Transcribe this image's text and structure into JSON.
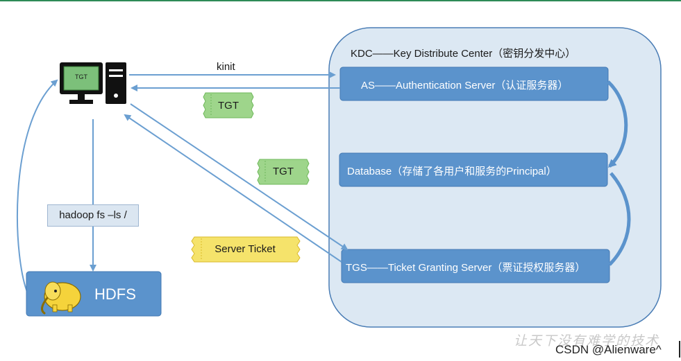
{
  "kdc": {
    "title": "KDC——Key Distribute Center（密钥分发中心）"
  },
  "as": {
    "label": "AS——Authentication Server（认证服务器）"
  },
  "database": {
    "label": "Database（存储了各用户和服务的Principal）"
  },
  "tgs": {
    "label": "TGS——Ticket Granting Server（票证授权服务器）"
  },
  "client": {
    "screen_label": "TGT"
  },
  "commands": {
    "kinit": "kinit",
    "hadoop": "hadoop fs –ls /"
  },
  "hdfs": {
    "label": "HDFS"
  },
  "tickets": {
    "tgt_1": "TGT",
    "tgt_2": "TGT",
    "server": "Server Ticket"
  },
  "watermark": {
    "text": "让天下没有难学的技术",
    "credit": "CSDN @Alienware^"
  },
  "colors": {
    "kdc_fill": "#dce8f3",
    "kdc_stroke": "#4a7db5",
    "box_fill": "#5b93cc",
    "box_stroke": "#4379b3",
    "arrow": "#6b9fd1",
    "ticket_green": "#9ed58b",
    "ticket_yellow": "#f5e36b"
  }
}
